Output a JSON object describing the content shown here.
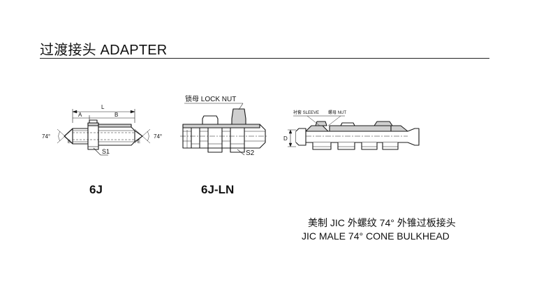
{
  "header": {
    "title": "过渡接头 ADAPTER"
  },
  "models": [
    {
      "code": "6J",
      "labels": {
        "length": "L",
        "part_a": "A",
        "part_b": "B",
        "angle_left": "74°",
        "angle_right": "74°",
        "thread_left": "E",
        "thread_right": "E",
        "hex": "S1"
      }
    },
    {
      "code": "6J-LN",
      "labels": {
        "lock_nut": "锁母 LOCK NUT",
        "hex": "S2"
      }
    },
    {
      "code": "",
      "labels": {
        "sleeve": "衬套 SLEEVE",
        "nut": "螺母 NUT",
        "diameter": "D"
      }
    }
  ],
  "caption": {
    "chinese": "美制 JIC 外螺纹 74° 外锥过板接头",
    "english": "JIC MALE 74° CONE BULKHEAD"
  },
  "colors": {
    "line": "#1a1a1a",
    "section_fill": "#cfcfcf",
    "body_fill": "#ffffff"
  }
}
